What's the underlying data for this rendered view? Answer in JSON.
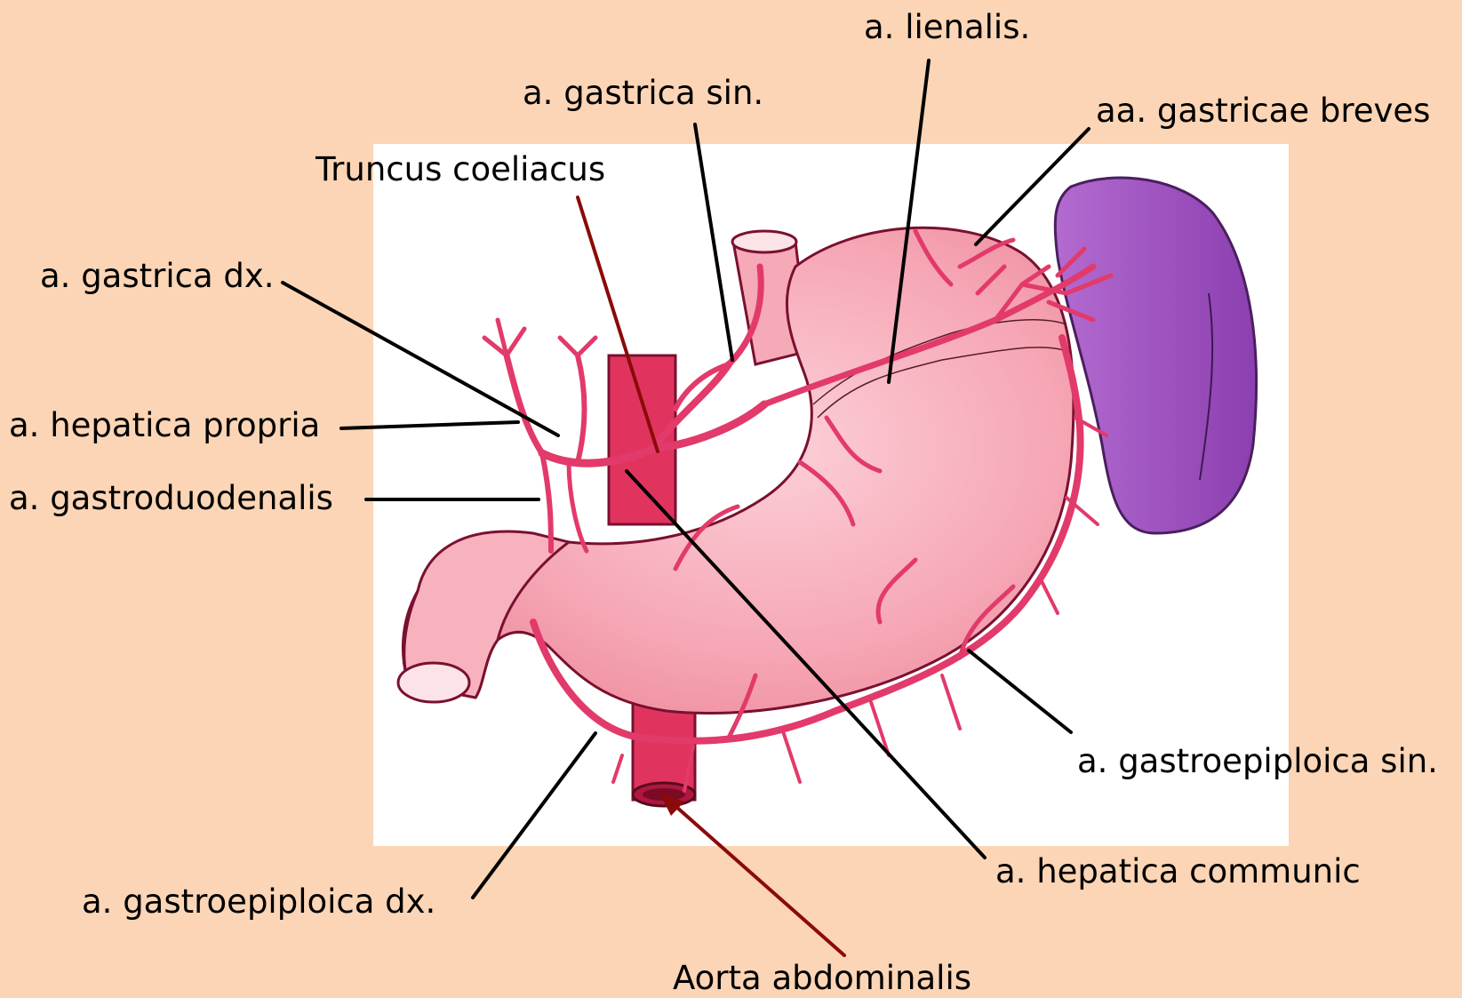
{
  "labels": {
    "lienalis": "a. lienalis.",
    "gastrica_sin": "a. gastrica sin.",
    "gastricae_breves": "aa. gastricae breves",
    "truncus_coeliacus": "Truncus coeliacus",
    "gastrica_dx": "a. gastrica dx.",
    "hepatica_propria": "a. hepatica propria",
    "gastroduodenalis": "a. gastroduodenalis",
    "gastroepiploica_sin": "a. gastroepiploica sin.",
    "hepatica_communis": "a. hepatica communic",
    "gastroepiploica_dx": "a. gastroepiploica dx.",
    "aorta_abdominalis": "Aorta abdominalis"
  },
  "colors": {
    "background": "#fbd5b5",
    "panel": "#ffffff",
    "stomach": "#f6a9b6",
    "artery": "#e23a6a",
    "spleen": "#a85bbf",
    "aorta": "#e0345e",
    "leader": "#000000",
    "leader_highlight": "#8b0a0a"
  }
}
